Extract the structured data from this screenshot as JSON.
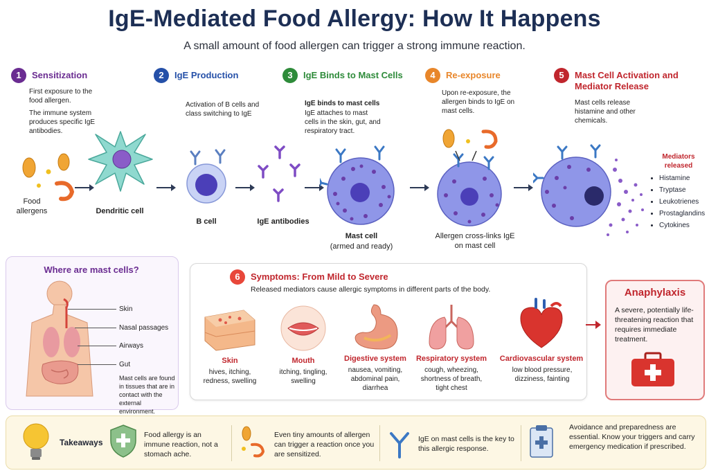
{
  "title": "IgE-Mediated Food Allergy: How It Happens",
  "subtitle": "A small amount of food allergen can trigger a strong immune reaction.",
  "colors": {
    "purple": "#6a2c91",
    "blue": "#2550a8",
    "green": "#2e8b3a",
    "orange": "#e8862a",
    "red": "#c0262d",
    "navy": "#1d2f55"
  },
  "steps": [
    {
      "num": "1",
      "title": "Sensitization",
      "text1": "First exposure to the food allergen.",
      "text2": "The immune system produces specific IgE antibodies.",
      "label": "Food allergens",
      "label2": "Dendritic cell"
    },
    {
      "num": "2",
      "title": "IgE Production",
      "text1": "Activation of B cells and class switching to IgE",
      "label": "B cell",
      "label2": "IgE antibodies"
    },
    {
      "num": "3",
      "title": "IgE Binds to Mast Cells",
      "text_bold": "IgE binds to mast cells",
      "text1": "IgE attaches to mast cells in the skin, gut, and respiratory tract.",
      "label": "Mast cell",
      "label_sub": "(armed and ready)"
    },
    {
      "num": "4",
      "title": "Re-exposure",
      "text1": "Upon re-exposure, the allergen binds to IgE on mast cells.",
      "label": "Allergen cross-links IgE on mast cell"
    },
    {
      "num": "5",
      "title": "Mast Cell Activation and Mediator Release",
      "text1": "Mast cells release histamine and other chemicals."
    }
  ],
  "mediators": {
    "title": "Mediators released",
    "items": [
      "Histamine",
      "Tryptase",
      "Leukotrienes",
      "Prostaglandins",
      "Cytokines"
    ]
  },
  "mast_cells": {
    "title": "Where are mast cells?",
    "labels": [
      "Skin",
      "Nasal passages",
      "Airways",
      "Gut"
    ],
    "note": "Mast cells are found in tissues that are in contact with the external environment."
  },
  "symptoms": {
    "num": "6",
    "title": "Symptoms: From Mild to Severe",
    "subtitle": "Released mediators cause allergic symptoms in different parts of the body.",
    "items": [
      {
        "name": "Skin",
        "desc": "hives, itching, redness, swelling"
      },
      {
        "name": "Mouth",
        "desc": "itching, tingling, swelling"
      },
      {
        "name": "Digestive system",
        "desc": "nausea, vomiting, abdominal pain, diarrhea"
      },
      {
        "name": "Respiratory system",
        "desc": "cough, wheezing, shortness of breath, tight chest"
      },
      {
        "name": "Cardiovascular system",
        "desc": "low blood pressure, dizziness, fainting"
      }
    ]
  },
  "anaphylaxis": {
    "title": "Anaphylaxis",
    "text": "A severe, potentially life-threatening reaction that requires immediate treatment."
  },
  "takeaways": {
    "label": "Takeaways",
    "items": [
      "Food allergy is an immune reaction, not a stomach ache.",
      "Even tiny amounts of allergen can trigger a reaction once you are sensitized.",
      "IgE on mast cells is the key to this allergic response.",
      "Avoidance and preparedness are essential. Know your triggers and carry emergency medication if prescribed."
    ]
  }
}
